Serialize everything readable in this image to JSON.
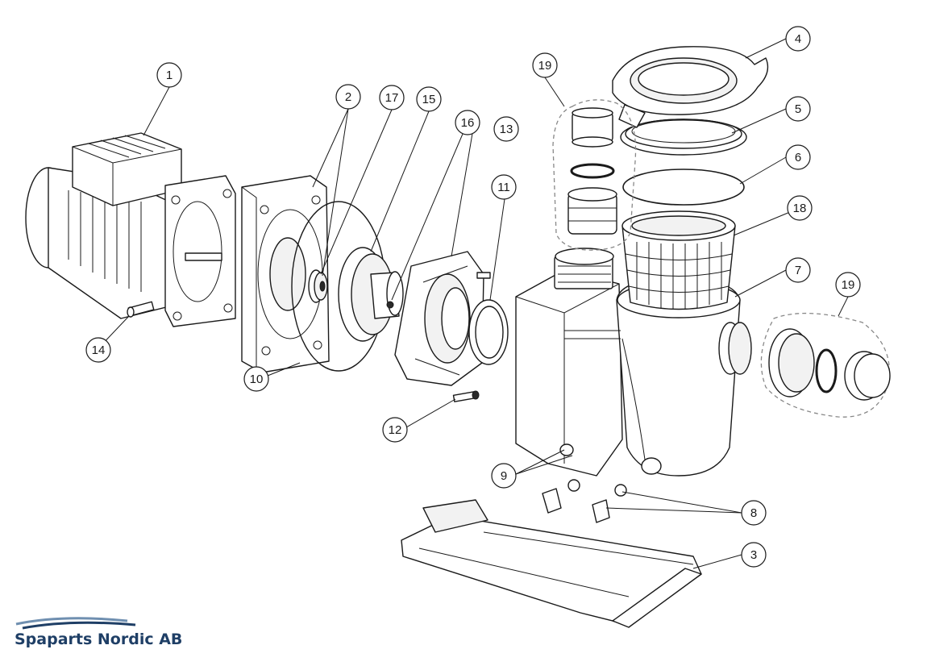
{
  "brand": {
    "name": "Spaparts Nordic AB",
    "color": "#1f3f66",
    "accent": "#6f8fb0"
  },
  "callouts": [
    {
      "id": "1",
      "label": "1"
    },
    {
      "id": "2",
      "label": "2"
    },
    {
      "id": "3",
      "label": "3"
    },
    {
      "id": "4",
      "label": "4"
    },
    {
      "id": "5",
      "label": "5"
    },
    {
      "id": "6",
      "label": "6"
    },
    {
      "id": "7",
      "label": "7"
    },
    {
      "id": "8",
      "label": "8"
    },
    {
      "id": "9",
      "label": "9"
    },
    {
      "id": "10",
      "label": "10"
    },
    {
      "id": "11",
      "label": "11"
    },
    {
      "id": "12",
      "label": "12"
    },
    {
      "id": "13",
      "label": "13"
    },
    {
      "id": "14",
      "label": "14"
    },
    {
      "id": "15",
      "label": "15"
    },
    {
      "id": "16",
      "label": "16"
    },
    {
      "id": "17",
      "label": "17"
    },
    {
      "id": "18",
      "label": "18"
    },
    {
      "id": "19a",
      "label": "19"
    },
    {
      "id": "19b",
      "label": "19"
    }
  ]
}
